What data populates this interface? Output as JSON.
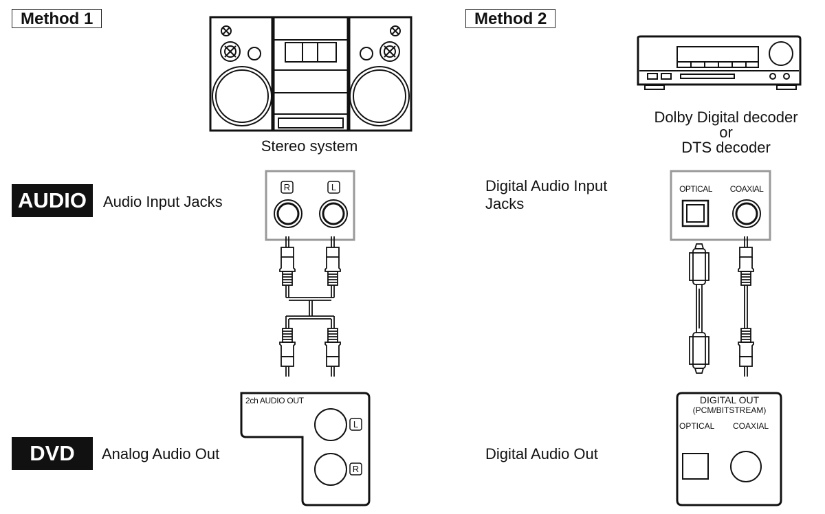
{
  "method1": {
    "label": "Method 1"
  },
  "method2": {
    "label": "Method 2"
  },
  "stereo": {
    "caption": "Stereo system"
  },
  "decoder": {
    "line1": "Dolby Digital decoder",
    "line2": "or",
    "line3": "DTS decoder"
  },
  "rows": {
    "audio": {
      "tag": "AUDIO",
      "method1_label": "Audio Input Jacks",
      "method2_label_line1": "Digital Audio Input",
      "method2_label_line2": "Jacks"
    },
    "dvd": {
      "tag": "DVD",
      "method1_label": "Analog Audio Out",
      "method2_label": "Digital Audio Out"
    }
  },
  "audio_jacks": {
    "right_letter": "R",
    "left_letter": "L"
  },
  "digital_jacks": {
    "optical": "OPTICAL",
    "coaxial": "COAXIAL"
  },
  "analog_out_panel": {
    "title": "2ch AUDIO OUT",
    "left_letter": "L",
    "right_letter": "R"
  },
  "digital_out_panel": {
    "title_line1": "DIGITAL OUT",
    "title_line2": "(PCM/BITSTREAM)",
    "optical": "OPTICAL",
    "coaxial": "COAXIAL"
  }
}
